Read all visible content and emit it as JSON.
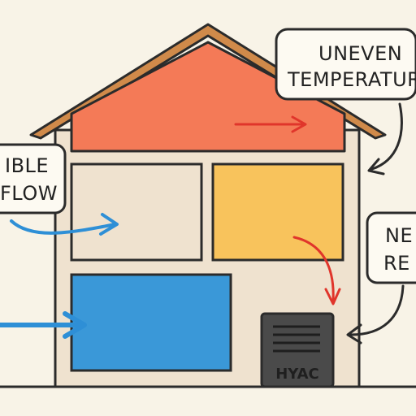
{
  "callouts": {
    "uneven": {
      "line1": "UNEVEN",
      "line2": "TEMPERATURE"
    },
    "airflow": {
      "line1": "IBLE",
      "line2": "FLOW"
    },
    "hvac_note": {
      "line1": "NE",
      "line2": "RE"
    }
  },
  "hvac_unit": {
    "label": "HYAC"
  },
  "colors": {
    "background": "#f8f3e7",
    "roof_trim": "#d08a4a",
    "attic_hot": "#f47a57",
    "room_neutral": "#efe2cf",
    "room_warm": "#f8c35c",
    "room_cool": "#3a98d8",
    "wall": "#efe2cf",
    "outline": "#2b2b2b",
    "arrow_red": "#e0352b",
    "arrow_blue": "#2e8fd6",
    "hvac_body": "#4a4a4a"
  }
}
